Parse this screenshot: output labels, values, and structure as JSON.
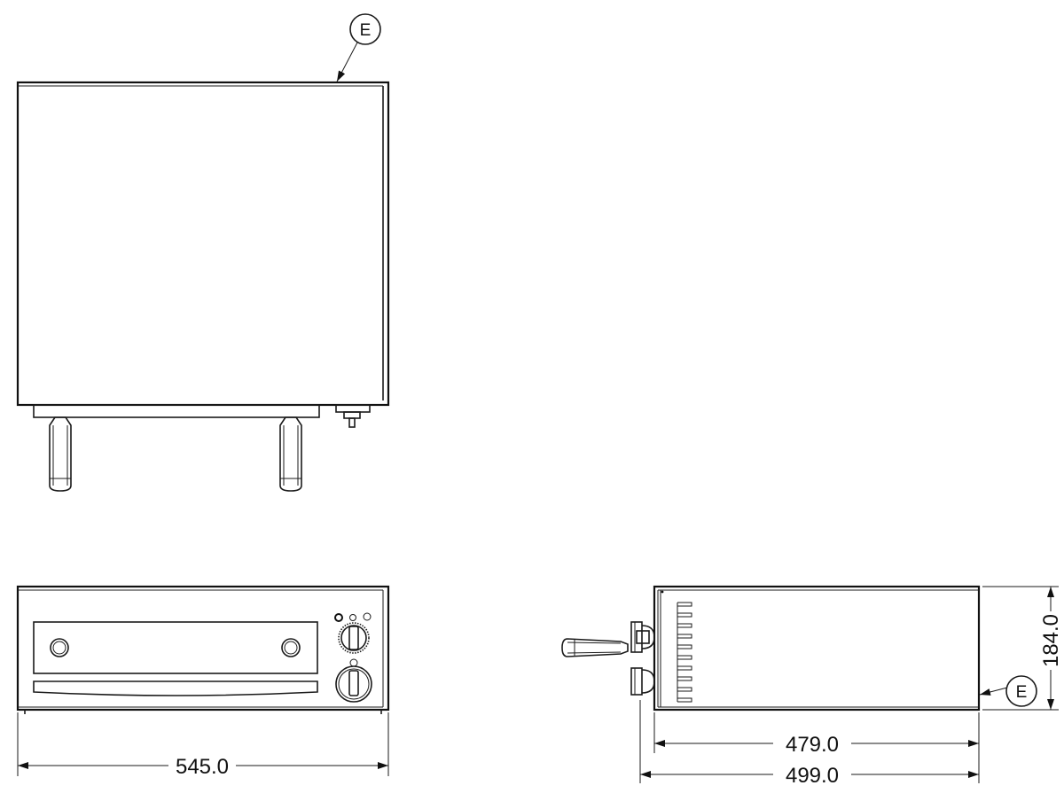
{
  "callouts": {
    "top_view": "E",
    "side_view": "E"
  },
  "dimensions": {
    "front_width": "545.0",
    "side_inner_depth": "479.0",
    "side_total_depth": "499.0",
    "side_height": "184.0"
  }
}
